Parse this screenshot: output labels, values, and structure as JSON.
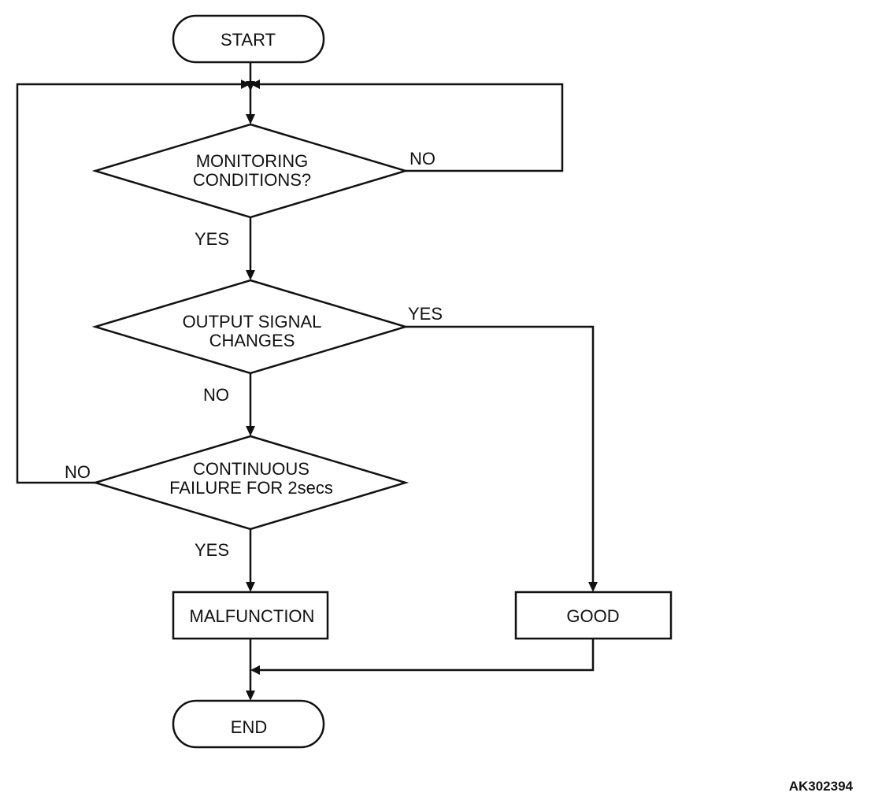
{
  "nodes": {
    "start": "START",
    "monitoring": [
      "MONITORING",
      "CONDITIONS?"
    ],
    "output_signal": [
      "OUTPUT SIGNAL",
      "CHANGES"
    ],
    "continuous": [
      "CONTINUOUS",
      "FAILURE FOR 2secs"
    ],
    "malfunction": "MALFUNCTION",
    "good": "GOOD",
    "end": "END"
  },
  "edge_labels": {
    "monitoring_no": "NO",
    "monitoring_yes": "YES",
    "output_yes": "YES",
    "output_no": "NO",
    "continuous_no": "NO",
    "continuous_yes": "YES"
  },
  "figure_code": "AK302394"
}
